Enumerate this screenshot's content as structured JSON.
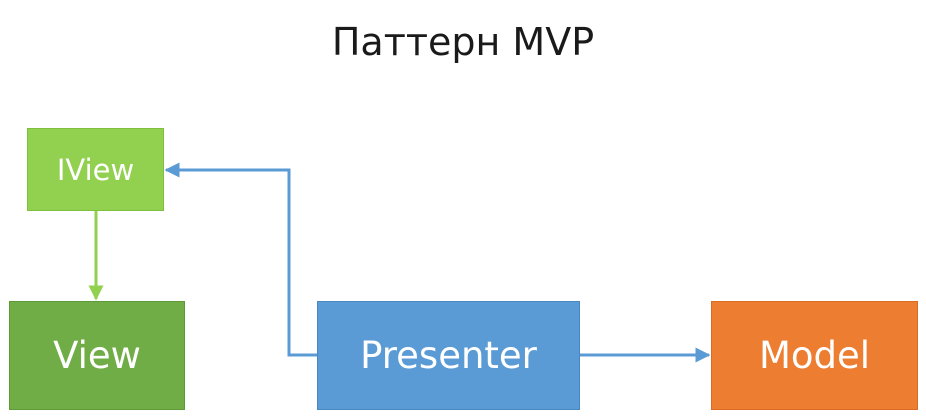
{
  "title": "Паттерн MVP",
  "nodes": {
    "iview": "IView",
    "view": "View",
    "presenter": "Presenter",
    "model": "Model"
  },
  "colors": {
    "iview": "#92d050",
    "view": "#70ad47",
    "presenter": "#5b9bd5",
    "model": "#ed7d31",
    "green_arrow": "#92d050",
    "blue_arrow": "#5b9bd5"
  },
  "edges": [
    {
      "from": "iview",
      "to": "view",
      "color": "green"
    },
    {
      "from": "presenter",
      "to": "iview",
      "color": "blue"
    },
    {
      "from": "presenter",
      "to": "model",
      "color": "blue"
    }
  ]
}
